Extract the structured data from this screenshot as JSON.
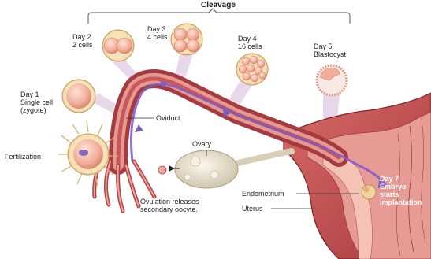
{
  "title": "Cleavage",
  "stages": {
    "fertilization": {
      "label": "Fertilization"
    },
    "day1": {
      "day": "Day 1",
      "line1": "Single cell",
      "line2": "(zygote)"
    },
    "day2": {
      "day": "Day 2",
      "line1": "2 cells"
    },
    "day3": {
      "day": "Day 3",
      "line1": "4 cells"
    },
    "day4": {
      "day": "Day 4",
      "line1": "16 cells"
    },
    "day5": {
      "day": "Day 5",
      "line1": "Blastocyst"
    },
    "day7": {
      "day": "Day 7",
      "line1": "Embryo",
      "line2": "starts",
      "line3": "implantation"
    }
  },
  "structures": {
    "oviduct": "Oviduct",
    "ovary": "Ovary",
    "ovulation_line1": "Ovulation releases",
    "ovulation_line2": "secondary oocyte.",
    "endometrium": "Endometrium",
    "uterus": "Uterus"
  },
  "colors": {
    "tissue": "#c9575a",
    "tissue_dark": "#8e2e33",
    "tissue_light": "#e8a39b",
    "path_arrow": "#7a5bc7",
    "ovary": "#ece6d6",
    "callout_fill": "#d8c2dc",
    "cell_fill": "#f2b8a8"
  }
}
